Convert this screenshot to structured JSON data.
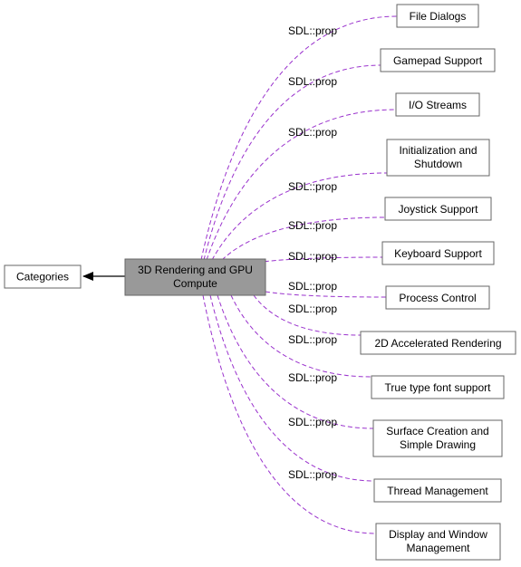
{
  "diagram": {
    "current_module": [
      "3D Rendering and GPU",
      "Compute"
    ],
    "parent": "Categories",
    "edge_label": "SDL::prop",
    "edge_color": "#9a32cd",
    "current_fill": "#999999",
    "modules": [
      {
        "id": "file-dialogs",
        "lines": [
          "File Dialogs"
        ]
      },
      {
        "id": "gamepad-support",
        "lines": [
          "Gamepad Support"
        ]
      },
      {
        "id": "io-streams",
        "lines": [
          "I/O Streams"
        ]
      },
      {
        "id": "initialization-and-shutdown",
        "lines": [
          "Initialization and",
          "Shutdown"
        ]
      },
      {
        "id": "joystick-support",
        "lines": [
          "Joystick Support"
        ]
      },
      {
        "id": "keyboard-support",
        "lines": [
          "Keyboard Support"
        ]
      },
      {
        "id": "process-control",
        "lines": [
          "Process Control"
        ]
      },
      {
        "id": "2d-accelerated-rendering",
        "lines": [
          "2D Accelerated Rendering"
        ]
      },
      {
        "id": "true-type-font-support",
        "lines": [
          "True type font support"
        ]
      },
      {
        "id": "surface-creation",
        "lines": [
          "Surface Creation and",
          "Simple Drawing"
        ]
      },
      {
        "id": "thread-management",
        "lines": [
          "Thread Management"
        ]
      },
      {
        "id": "display-and-window-management",
        "lines": [
          "Display and Window",
          "Management"
        ]
      }
    ]
  }
}
